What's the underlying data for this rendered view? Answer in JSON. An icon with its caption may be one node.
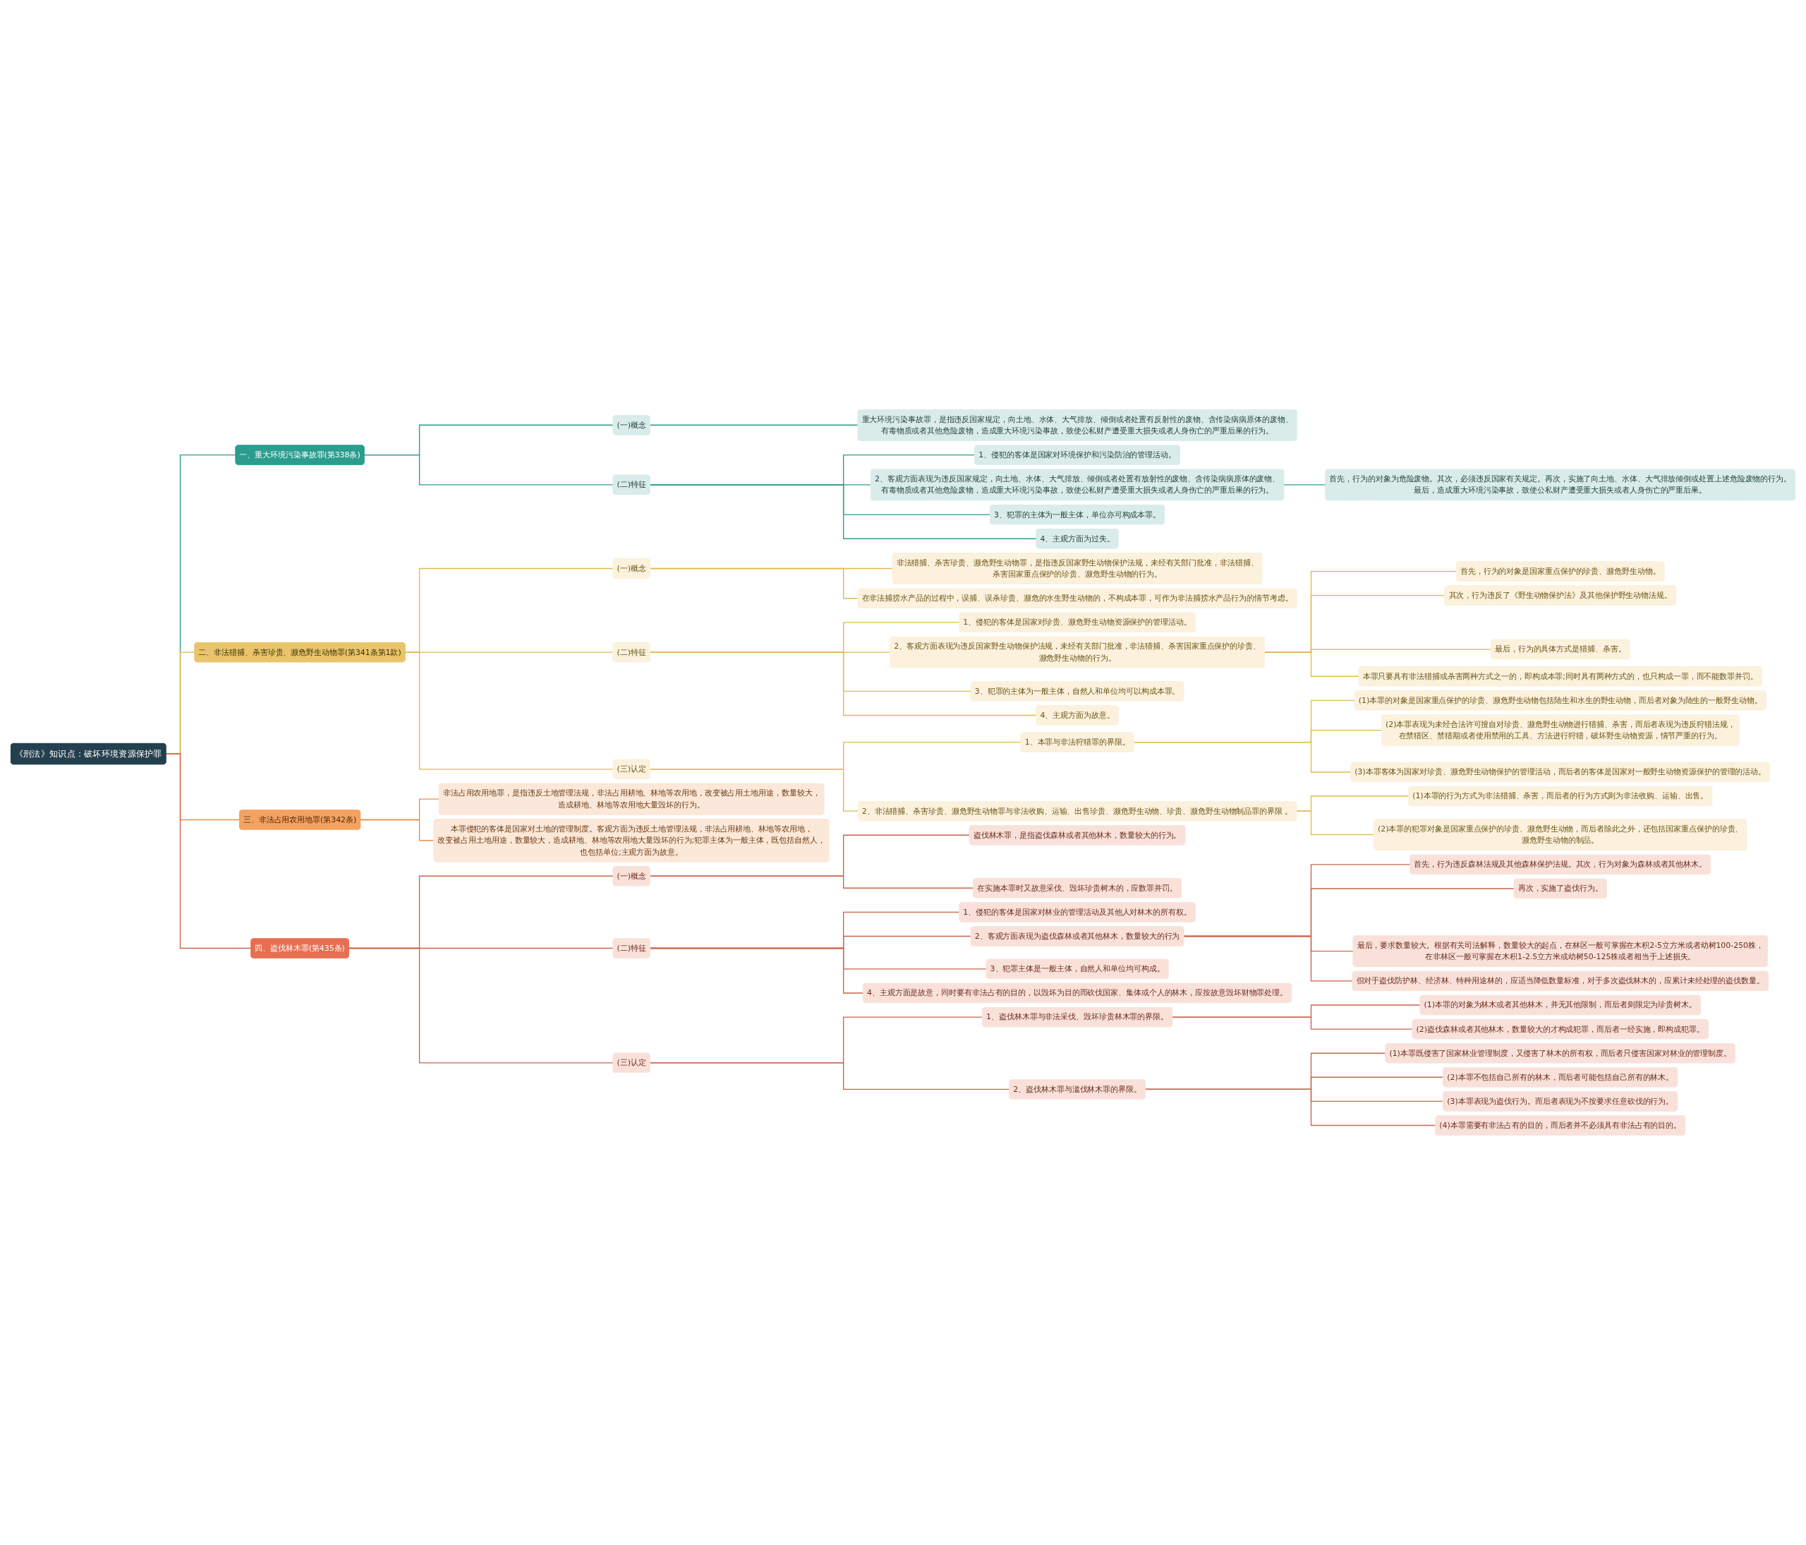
{
  "diagram": {
    "nodes": [
      {
        "text": [
          "《刑法》知识点：破坏环境资源保护罪"
        ]
      },
      {
        "text": [
          "一、重大环境污染事故罪(第338条)"
        ]
      },
      {
        "text": [
          "(一)概念"
        ]
      },
      {
        "text": [
          "重大环境污染事故罪，是指违反国家规定，向土地、水体、大气排放、倾倒或者处置有反射性的废物、含传染病病原体的废物、有毒物质或者其他危险废物，造成重大环境污染事故，致使公私财产遭受重大损失或者人身伤亡的严重后果的行为。"
        ]
      },
      {
        "text": [
          "(二)特征"
        ]
      },
      {
        "text": [
          "1、侵犯的客体是国家对环境保护和污染防治的管理活动。"
        ]
      },
      {
        "text": [
          "2、客观方面表现为违反国家规定，向土地、水体、大气排放、倾倒或者处置有放射性的废物、含传染病病原体的废物、有毒物质或者其他危险废物，造成重大环境污染事故，致使公私财产遭受重大损失或者人身伤亡的严重后果的行为。"
        ]
      },
      {
        "text": [
          "首先，行为的对象为危险废物。其次，必须违反国家有关规定。再次，实施了向土地、水体、大气排放倾倒或处置上述危险废物的行为。最后，造成重大环境污染事故，致使公私财产遭受重大损失或者人身伤亡的严重后果。"
        ]
      },
      {
        "text": [
          "3、犯罪的主体为一般主体，单位亦可构成本罪。"
        ]
      },
      {
        "text": [
          "4、主观方面为过失。"
        ]
      },
      {
        "text": [
          "二、非法猎捕、杀害珍贵、濒危野生动物罪(第341条第1款)"
        ]
      },
      {
        "text": [
          "(一)概念"
        ]
      },
      {
        "text": [
          "非法猎捕、杀害珍贵、濒危野生动物罪，是指违反国家野生动物保护法规，未经有关部门批准，非法猎捕、杀害国家重点保护的珍贵、濒危野生动物的行为。"
        ]
      },
      {
        "text": [
          "在非法捕捞水产品的过程中，误捕、误杀珍贵、濒危的水生野生动物的，不构成本罪，可作为非法捕捞水产品行为的情节考虑。"
        ]
      },
      {
        "text": [
          "(二)特征"
        ]
      },
      {
        "text": [
          "1、侵犯的客体是国家对珍贵、濒危野生动物资源保护的管理活动。"
        ]
      },
      {
        "text": [
          "2、客观方面表现为违反国家野生动物保护法规，未经有关部门批准，非法猎捕、杀害国家重点保护的珍贵、濒危野生动物的行为。"
        ]
      },
      {
        "text": [
          "首先，行为的对象是国家重点保护的珍贵、濒危野生动物。"
        ]
      },
      {
        "text": [
          "其次，行为违反了《野生动物保护法》及其他保护野生动物法规。"
        ]
      },
      {
        "text": [
          "最后，行为的具体方式是猎捕、杀害。"
        ]
      },
      {
        "text": [
          "本罪只要具有非法猎捕或杀害两种方式之一的，即构成本罪;同时具有两种方式的，也只构成一罪，而不能数罪并罚。"
        ]
      },
      {
        "text": [
          "3、犯罪的主体为一般主体，自然人和单位均可以构成本罪。"
        ]
      },
      {
        "text": [
          "4、主观方面为故意。"
        ]
      },
      {
        "text": [
          "(三)认定"
        ]
      },
      {
        "text": [
          "1、本罪与非法狩猎罪的界限。"
        ]
      },
      {
        "text": [
          "(1)本罪的对象是国家重点保护的珍贵、濒危野生动物包括陆生和水生的野生动物，而后者对象为陆生的一般野生动物。"
        ]
      },
      {
        "text": [
          "(2)本罪表现为未经合法许可擅自对珍贵、濒危野生动物进行猎捕、杀害，而后者表现为违反狩猎法规，在禁猎区、禁猎期或者使用禁用的工具、方法进行狩猎，破坏野生动物资源，情节严重的行为。"
        ]
      },
      {
        "text": [
          "(3)本罪客体为国家对珍贵、濒危野生动物保护的管理活动，而后者的客体是国家对一般野生动物资源保护的管理的活动。"
        ]
      },
      {
        "text": [
          "2、非法猎捕、杀害珍贵、濒危野生动物罪与非法收购、运输、出售珍贵、濒危野生动物、珍贵、濒危野生动物制品罪的界限 。"
        ]
      },
      {
        "text": [
          "(1)本罪的行为方式为非法猎捕、杀害，而后者的行为方式则为非法收购、运输、出售。"
        ]
      },
      {
        "text": [
          "(2)本罪的犯罪对象是国家重点保护的珍贵、濒危野生动物，而后者除此之外，还包括国家重点保护的珍贵、濒危野生动物的制品。"
        ]
      },
      {
        "text": [
          "三、非法占用农用地罪(第342条)"
        ]
      },
      {
        "text": [
          "非法占用农用地罪，是指违反土地管理法规，非法占用耕地、林地等农用地，改变被占用土地用途，数量较大，造成耕地、林地等农用地大量毁坏的行为。"
        ]
      },
      {
        "text": [
          "本罪侵犯的客体是国家对土地的管理制度。客观方面为违反土地管理法规，非法占用耕地、林地等农用地，改变被占用土地用途，数量较大，造成耕地、林地等农用地大量毁坏的行为;犯罪主体为一般主体，既包括自然人，也包括单位;主观方面为故意。"
        ]
      },
      {
        "text": [
          "四、盗伐林木罪(第435条)"
        ]
      },
      {
        "text": [
          "(一)概念"
        ]
      },
      {
        "text": [
          "盗伐林木罪，是指盗伐森林或者其他林木，数量较大的行为。"
        ]
      },
      {
        "text": [
          "在实施本罪时又故意采伐、毁坏珍贵树木的，应数罪并罚。"
        ]
      },
      {
        "text": [
          "(二)特征"
        ]
      },
      {
        "text": [
          "1、侵犯的客体是国家对林业的管理活动及其他人对林木的所有权。"
        ]
      },
      {
        "text": [
          "2、客观方面表现为盗伐森林或者其他林木，数量较大的行为"
        ]
      },
      {
        "text": [
          "首先，行为违反森林法规及其他森林保护法规。其次，行为对象为森林或者其他林木。"
        ]
      },
      {
        "text": [
          "再次，实施了盗伐行为。"
        ]
      },
      {
        "text": [
          "最后，要求数量较大。根据有关司法解释，数量较大的起点，在林区一般可掌握在木积2-5立方米或者幼树100-250株，在非林区一般可掌握在木积1-2.5立方米或幼树50-125株或者相当于上述损失。"
        ]
      },
      {
        "text": [
          "但对于盗伐防护林、经济林、特种用途林的，应适当降低数量标准，对于多次盗伐林木的，应累计未经处理的盗伐数量。"
        ]
      },
      {
        "text": [
          "3、犯罪主体是一般主体，自然人和单位均可构成。"
        ]
      },
      {
        "text": [
          "4、主观方面是故意，同时要有非法占有的目的，以毁坏为目的而砍伐国家、集体或个人的林木，应按故意毁坏财物罪处理。"
        ]
      },
      {
        "text": [
          "(三)认定"
        ]
      },
      {
        "text": [
          "1、盗伐林木罪与非法采伐、毁坏珍贵林木罪的界限。"
        ]
      },
      {
        "text": [
          "(1)本罪的对象为林木或者其他林木，并无其他限制，而后者则限定为珍贵树木。"
        ]
      },
      {
        "text": [
          "(2)盗伐森林或者其他林木，数量较大的才构成犯罪，而后者一经实施，即构成犯罪。"
        ]
      },
      {
        "text": [
          "2、盗伐林木罪与滥伐林木罪的界限。"
        ]
      },
      {
        "text": [
          "(1)本罪既侵害了国家林业管理制度，又侵害了林木的所有权，而后者只侵害国家对林业的管理制度。"
        ]
      },
      {
        "text": [
          "(2)本罪不包括自己所有的林木，而后者可能包括自己所有的林木。"
        ]
      },
      {
        "text": [
          "(3)本罪表现为盗伐行为。而后者表现为不按要求任意砍伐的行为。"
        ]
      },
      {
        "text": [
          "(4)本罪需要有非法占有的目的，而后者并不必须具有非法占有的目的。"
        ]
      }
    ],
    "edges": [
      {
        "from": 0,
        "to": 1,
        "arrow": "none",
        "color": "#2a9d8f"
      },
      {
        "from": 1,
        "to": 2,
        "arrow": "none",
        "color": "#2a9d8f"
      },
      {
        "from": 2,
        "to": 3,
        "arrow": "none",
        "color": "#2a9d8f"
      },
      {
        "from": 1,
        "to": 4,
        "arrow": "none",
        "color": "#2a9d8f"
      },
      {
        "from": 4,
        "to": 5,
        "arrow": "none",
        "color": "#2a9d8f"
      },
      {
        "from": 4,
        "to": 6,
        "arrow": "none",
        "color": "#2a9d8f"
      },
      {
        "from": 6,
        "to": 7,
        "arrow": "none",
        "color": "#2a9d8f"
      },
      {
        "from": 4,
        "to": 8,
        "arrow": "none",
        "color": "#2a9d8f"
      },
      {
        "from": 4,
        "to": 9,
        "arrow": "none",
        "color": "#2a9d8f"
      },
      {
        "from": 0,
        "to": 10,
        "arrow": "none",
        "color": "#e2b84e"
      },
      {
        "from": 10,
        "to": 11,
        "arrow": "none",
        "color": "#e2b84e"
      },
      {
        "from": 11,
        "to": 12,
        "arrow": "none",
        "color": "#e2b84e"
      },
      {
        "from": 11,
        "to": 13,
        "arrow": "none",
        "color": "#e2b84e"
      },
      {
        "from": 10,
        "to": 14,
        "arrow": "none",
        "color": "#e2b84e"
      },
      {
        "from": 14,
        "to": 15,
        "arrow": "none",
        "color": "#e2b84e"
      },
      {
        "from": 14,
        "to": 16,
        "arrow": "none",
        "color": "#e2b84e"
      },
      {
        "from": 16,
        "to": 17,
        "arrow": "none",
        "color": "#e2b84e"
      },
      {
        "from": 16,
        "to": 18,
        "arrow": "none",
        "color": "#e2b84e"
      },
      {
        "from": 16,
        "to": 19,
        "arrow": "none",
        "color": "#e2b84e"
      },
      {
        "from": 16,
        "to": 20,
        "arrow": "none",
        "color": "#e2b84e"
      },
      {
        "from": 14,
        "to": 21,
        "arrow": "none",
        "color": "#e2b84e"
      },
      {
        "from": 14,
        "to": 22,
        "arrow": "none",
        "color": "#e2b84e"
      },
      {
        "from": 10,
        "to": 23,
        "arrow": "none",
        "color": "#e2b84e"
      },
      {
        "from": 23,
        "to": 24,
        "arrow": "none",
        "color": "#e2b84e"
      },
      {
        "from": 24,
        "to": 25,
        "arrow": "none",
        "color": "#e2b84e"
      },
      {
        "from": 24,
        "to": 26,
        "arrow": "none",
        "color": "#e2b84e"
      },
      {
        "from": 24,
        "to": 27,
        "arrow": "none",
        "color": "#e2b84e"
      },
      {
        "from": 23,
        "to": 28,
        "arrow": "none",
        "color": "#e2b84e"
      },
      {
        "from": 28,
        "to": 29,
        "arrow": "none",
        "color": "#e2b84e"
      },
      {
        "from": 28,
        "to": 30,
        "arrow": "none",
        "color": "#e2b84e"
      },
      {
        "from": 0,
        "to": 31,
        "arrow": "none",
        "color": "#f08c4a"
      },
      {
        "from": 31,
        "to": 32,
        "arrow": "none",
        "color": "#f08c4a"
      },
      {
        "from": 31,
        "to": 33,
        "arrow": "none",
        "color": "#f08c4a"
      },
      {
        "from": 0,
        "to": 34,
        "arrow": "none",
        "color": "#c9654a"
      },
      {
        "from": 34,
        "to": 35,
        "arrow": "none",
        "color": "#c9654a"
      },
      {
        "from": 35,
        "to": 36,
        "arrow": "none",
        "color": "#c9654a"
      },
      {
        "from": 35,
        "to": 37,
        "arrow": "none",
        "color": "#c9654a"
      },
      {
        "from": 34,
        "to": 38,
        "arrow": "none",
        "color": "#c9654a"
      },
      {
        "from": 38,
        "to": 39,
        "arrow": "none",
        "color": "#c9654a"
      },
      {
        "from": 38,
        "to": 40,
        "arrow": "none",
        "color": "#c9654a"
      },
      {
        "from": 40,
        "to": 41,
        "arrow": "none",
        "color": "#c9654a"
      },
      {
        "from": 40,
        "to": 42,
        "arrow": "none",
        "color": "#c9654a"
      },
      {
        "from": 40,
        "to": 43,
        "arrow": "none",
        "color": "#c9654a"
      },
      {
        "from": 40,
        "to": 44,
        "arrow": "none",
        "color": "#c9654a"
      },
      {
        "from": 38,
        "to": 45,
        "arrow": "none",
        "color": "#c9654a"
      },
      {
        "from": 38,
        "to": 46,
        "arrow": "none",
        "color": "#c9654a"
      },
      {
        "from": 34,
        "to": 47,
        "arrow": "none",
        "color": "#c9654a"
      },
      {
        "from": 47,
        "to": 48,
        "arrow": "none",
        "color": "#c9654a"
      },
      {
        "from": 48,
        "to": 49,
        "arrow": "none",
        "color": "#c9654a"
      },
      {
        "from": 48,
        "to": 50,
        "arrow": "none",
        "color": "#c9654a"
      },
      {
        "from": 47,
        "to": 51,
        "arrow": "none",
        "color": "#c9654a"
      },
      {
        "from": 51,
        "to": 52,
        "arrow": "none",
        "color": "#c9654a"
      },
      {
        "from": 51,
        "to": 53,
        "arrow": "none",
        "color": "#c9654a"
      },
      {
        "from": 51,
        "to": 54,
        "arrow": "none",
        "color": "#c9654a"
      },
      {
        "from": 51,
        "to": 55,
        "arrow": "none",
        "color": "#c9654a"
      }
    ]
  }
}
